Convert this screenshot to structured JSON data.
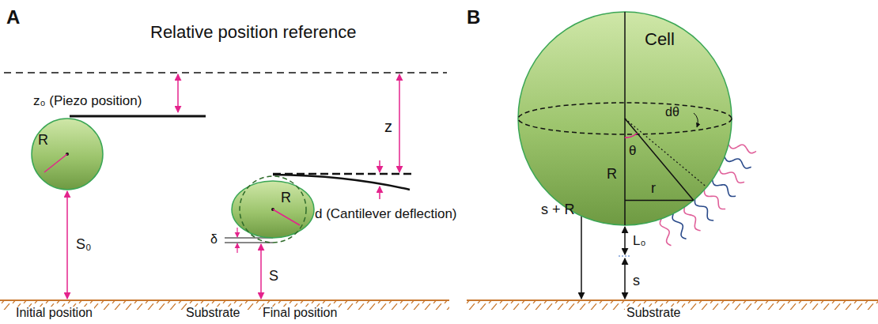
{
  "diagram": {
    "nodes": [
      {
        "text": [
          "R"
        ]
      },
      {
        "text": [
          "R"
        ]
      },
      {
        "text": [
          "Cell",
          "θ",
          "dθ",
          "R",
          "r"
        ]
      }
    ],
    "labels": [
      "A",
      "Relative position reference",
      "z₀ (Piezo position)",
      "S₀",
      "z",
      "d (Cantilever deflection)",
      "δ",
      "S",
      "Substrate",
      "Initial position",
      "Final position",
      "B",
      "s + R",
      "L₀",
      "s",
      "Substrate"
    ]
  }
}
